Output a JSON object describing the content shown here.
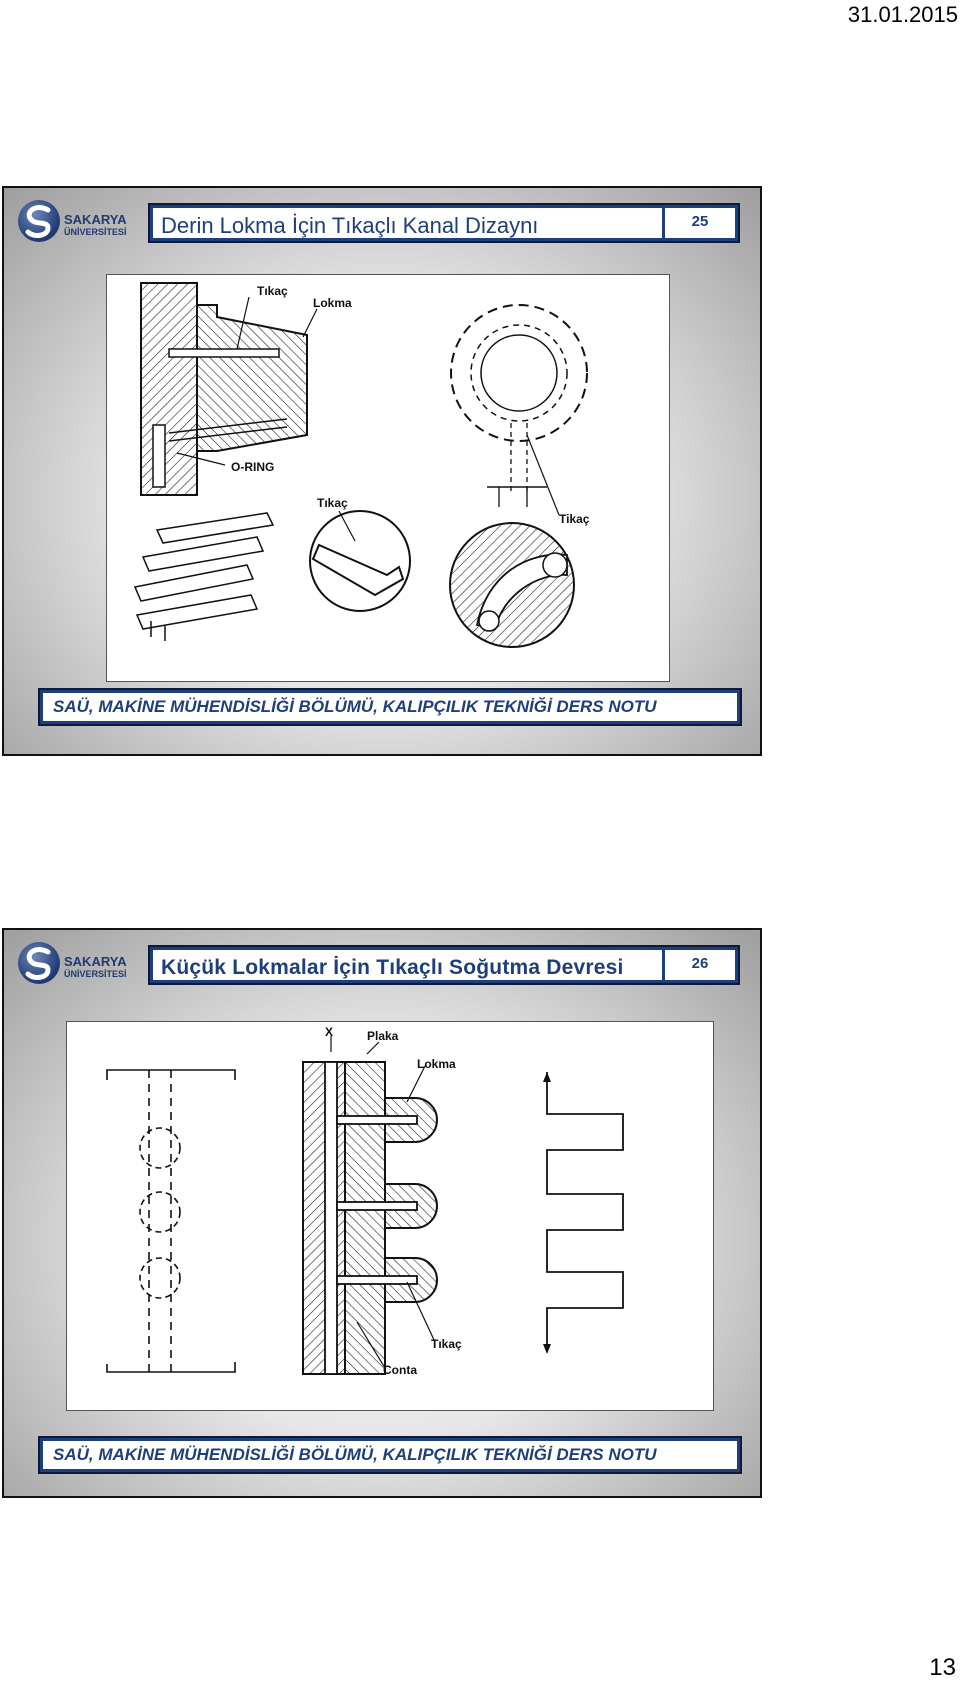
{
  "header": {
    "date": "31.01.2015"
  },
  "footer": {
    "page_number": "13"
  },
  "logo": {
    "name": "SAKARYA",
    "sub": "ÜNİVERSİTESİ"
  },
  "slides": [
    {
      "title": "Derin Lokma İçin Tıkaçlı Kanal Dizaynı",
      "number": "25",
      "labels": {
        "tikac1": "Tıkaç",
        "lokma": "Lokma",
        "oring": "O-RING",
        "tikac2": "Tıkaç",
        "tikac3": "Tikaç"
      },
      "footer": "SAÜ, MAKİNE MÜHENDİSLİĞİ BÖLÜMÜ, KALIPÇILIK TEKNİĞİ DERS NOTU"
    },
    {
      "title": "Küçük Lokmalar İçin Tıkaçlı Soğutma Devresi",
      "number": "26",
      "labels": {
        "x": "X",
        "plaka": "Plaka",
        "lokma": "Lokma",
        "tikac": "Tıkaç",
        "conta": "Conta"
      },
      "footer": "SAÜ, MAKİNE MÜHENDİSLİĞİ BÖLÜMÜ, KALIPÇILIK TEKNİĞİ DERS NOTU"
    }
  ]
}
